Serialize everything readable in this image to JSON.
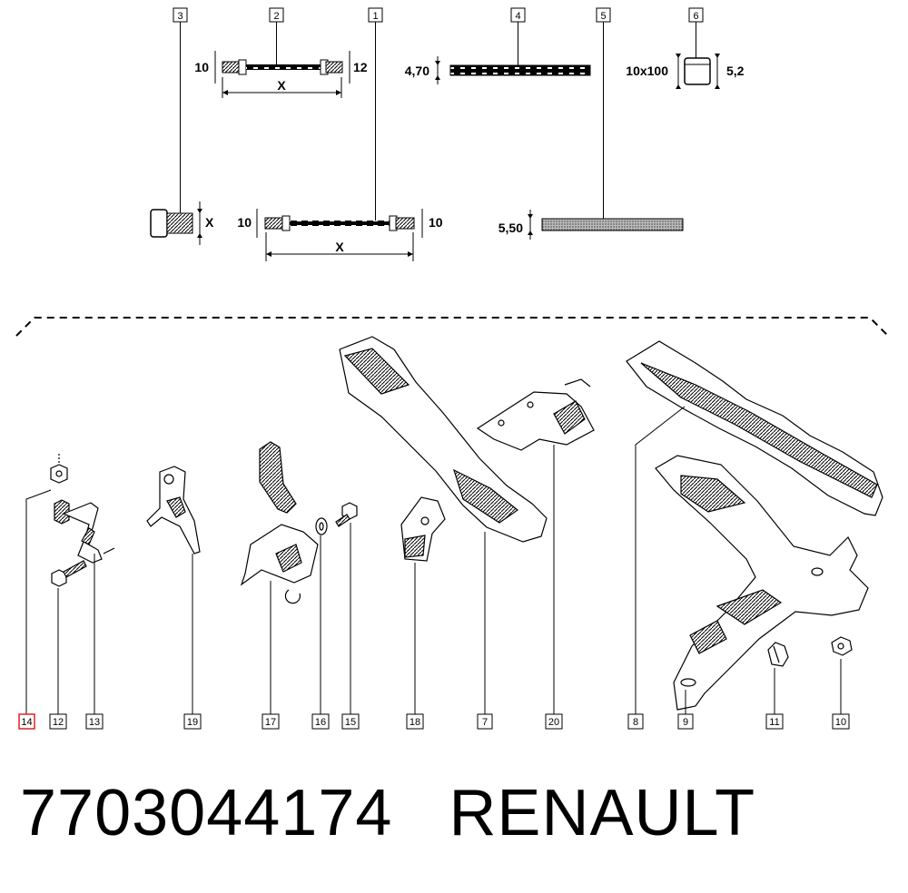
{
  "top_callouts": [
    "3",
    "2",
    "1",
    "4",
    "5",
    "6"
  ],
  "bottom_callouts": [
    "14",
    "12",
    "13",
    "19",
    "17",
    "16",
    "15",
    "18",
    "7",
    "20",
    "8",
    "9",
    "11",
    "10"
  ],
  "highlighted_callout": "14",
  "highlight_color": "#e02020",
  "dims": {
    "d2_left": "10",
    "d2_right": "12",
    "d2_len": "X",
    "d4": "4,70",
    "d6_size": "10x100",
    "d6_thk": "5,2",
    "d3_x": "X",
    "d1_left": "10",
    "d1_right": "10",
    "d1_len": "X",
    "d5": "5,50"
  },
  "footer": {
    "part_number": "7703044174",
    "brand": "RENAULT"
  }
}
